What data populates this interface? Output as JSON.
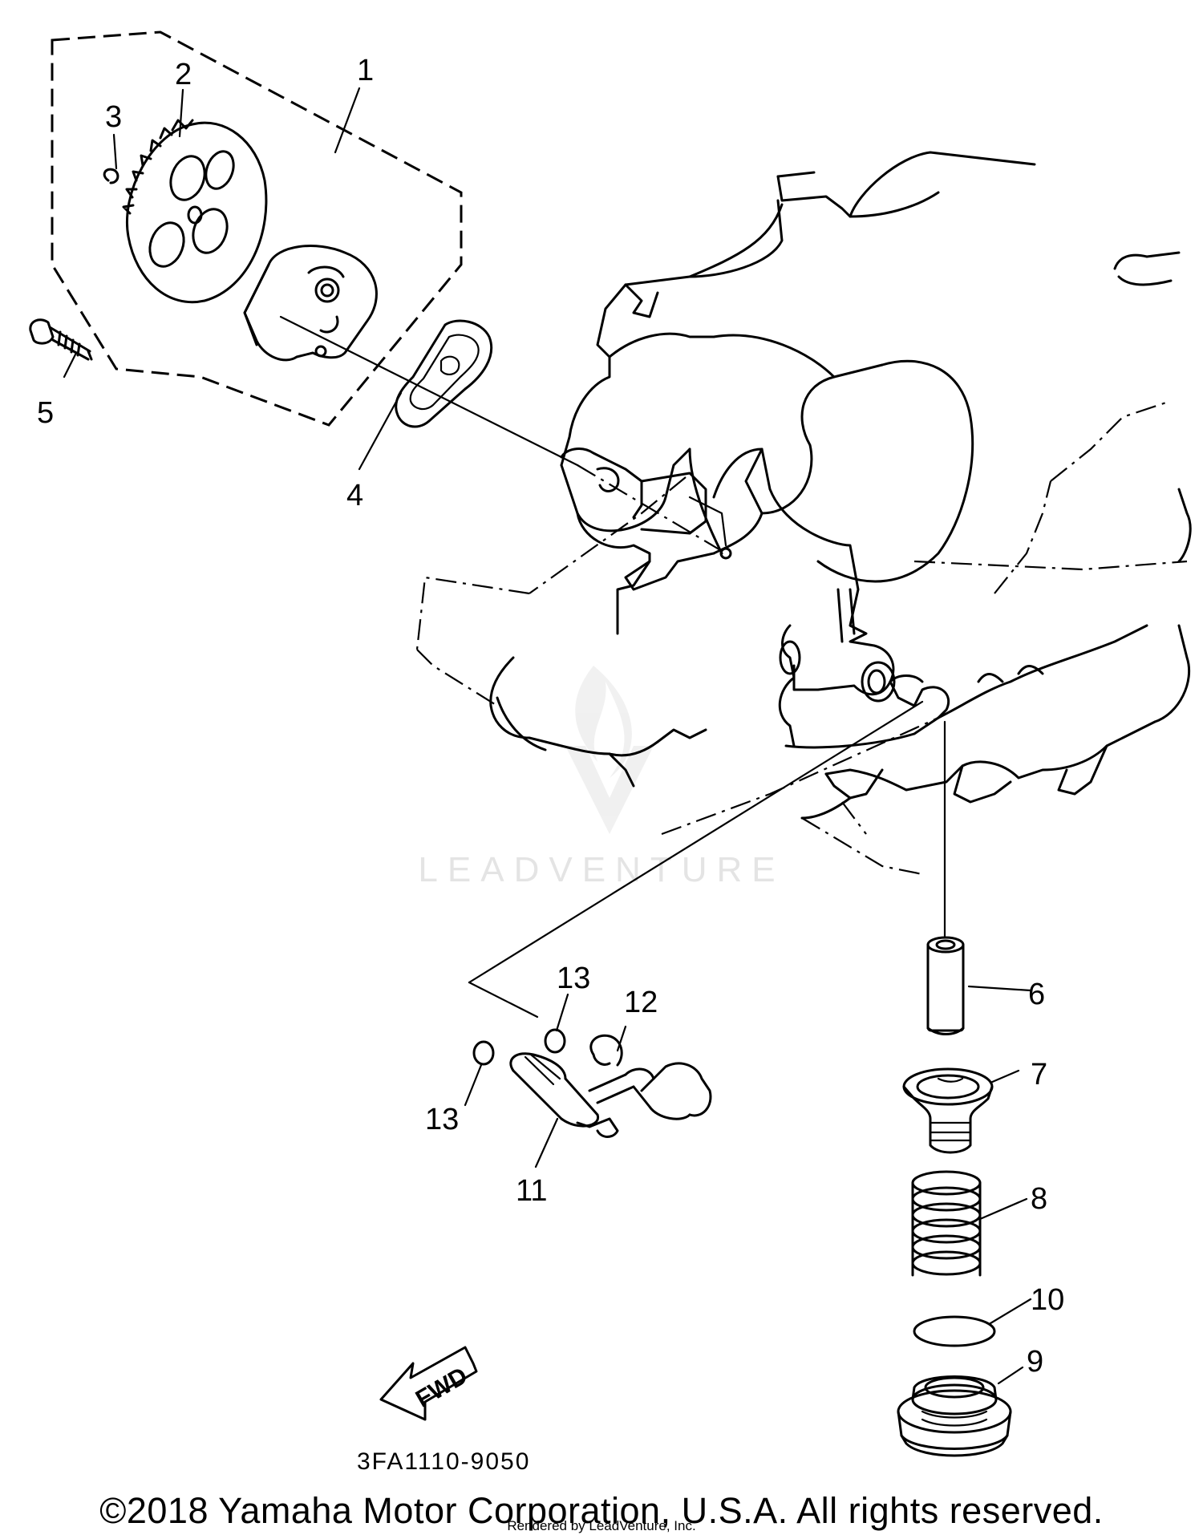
{
  "diagram": {
    "callouts": [
      "1",
      "2",
      "3",
      "4",
      "5",
      "6",
      "7",
      "8",
      "9",
      "10",
      "11",
      "12",
      "13",
      "13"
    ],
    "fwd_label": "FWD",
    "drawing_code": "3FA1110-9050"
  },
  "footer": {
    "copyright": "©2018 Yamaha Motor Corporation, U.S.A. All rights reserved.",
    "rendered_by": "Rendered by LeadVenture, Inc."
  },
  "watermark": {
    "text": "LEADVENTURE"
  }
}
